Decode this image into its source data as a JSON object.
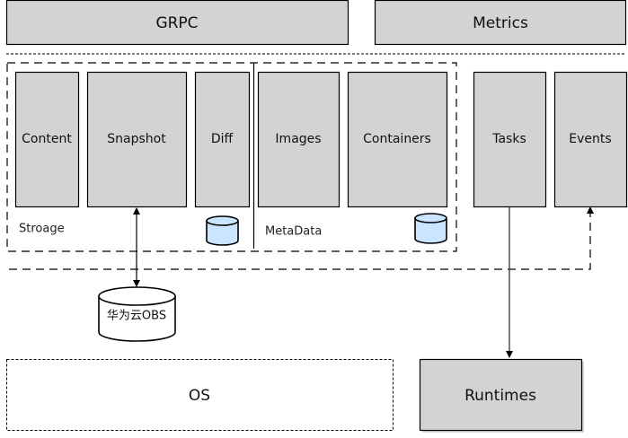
{
  "diagram": {
    "top": {
      "grpc": "GRPC",
      "metrics": "Metrics"
    },
    "storage_group": {
      "label": "Stroage",
      "components": [
        "Content",
        "Snapshot",
        "Diff"
      ]
    },
    "metadata_group": {
      "label": "MetaData",
      "components": [
        "Images",
        "Containers"
      ]
    },
    "services": {
      "tasks": "Tasks",
      "events": "Events"
    },
    "obs": "华为云OBS",
    "os": "OS",
    "runtimes": "Runtimes",
    "colors": {
      "box_fill": "#d3d3d3",
      "db_fill": "#cce5ff"
    }
  }
}
